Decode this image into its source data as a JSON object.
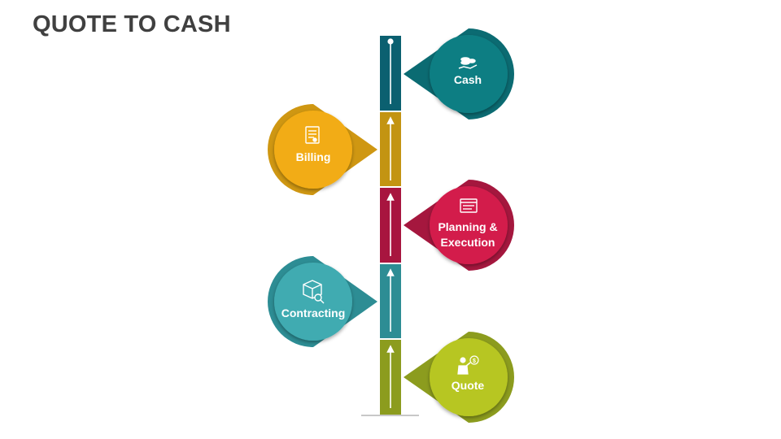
{
  "title": "QUOTE TO CASH",
  "steps": [
    {
      "label": "Cash",
      "icon": "money-hand-icon",
      "ring_color": "#0b6b72",
      "inner_color": "#0f7e83",
      "segment_color": "#0b6070"
    },
    {
      "label": "Billing",
      "icon": "invoice-document-icon",
      "ring_color": "#cf9712",
      "inner_color": "#f2ac12",
      "segment_color": "#c39412"
    },
    {
      "label_line1": "Planning &",
      "label_line2": "Execution",
      "icon": "browser-window-icon",
      "ring_color": "#a5173e",
      "inner_color": "#d31e4c",
      "segment_color": "#a8153f"
    },
    {
      "label": "Contracting",
      "icon": "box-search-icon",
      "ring_color": "#2d8d94",
      "inner_color": "#3fabb1",
      "segment_color": "#2d8d94"
    },
    {
      "label": "Quote",
      "icon": "presenter-dollar-icon",
      "ring_color": "#8c9c1e",
      "inner_color": "#b7c620",
      "segment_color": "#8c9c1e"
    }
  ]
}
